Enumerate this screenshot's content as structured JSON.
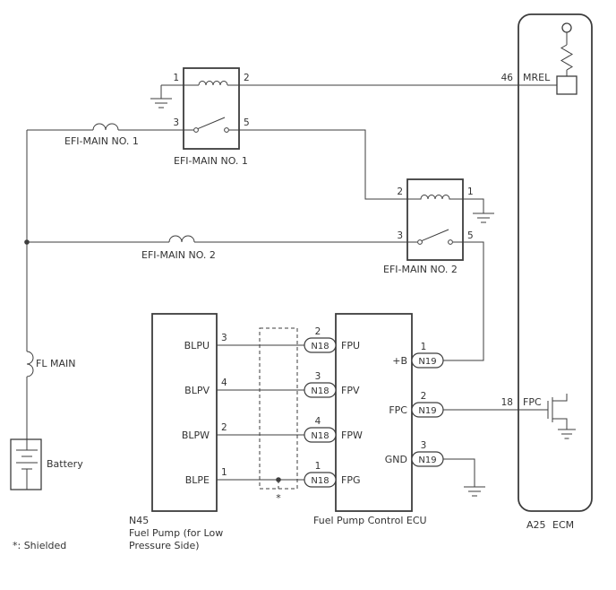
{
  "footnote": "*: Shielded",
  "shield_marker": "*",
  "battery": {
    "label": "Battery"
  },
  "fl_main_fuse": {
    "label": "FL MAIN"
  },
  "efi_fuse_1": {
    "label": "EFI-MAIN NO. 1"
  },
  "efi_fuse_2": {
    "label": "EFI-MAIN NO. 2"
  },
  "relay_1": {
    "label": "EFI-MAIN NO. 1",
    "pin_1": "1",
    "pin_2": "2",
    "pin_3": "3",
    "pin_5": "5"
  },
  "relay_2": {
    "label": "EFI-MAIN NO. 2",
    "pin_1": "1",
    "pin_2": "2",
    "pin_3": "3",
    "pin_5": "5"
  },
  "fuel_pump": {
    "code": "N45",
    "name_line_1": "Fuel Pump (for Low",
    "name_line_2": "Pressure Side)",
    "pins": [
      {
        "number": "3",
        "label": "BLPU"
      },
      {
        "number": "4",
        "label": "BLPV"
      },
      {
        "number": "2",
        "label": "BLPW"
      },
      {
        "number": "1",
        "label": "BLPE"
      }
    ]
  },
  "pump_ecu": {
    "name": "Fuel Pump Control ECU",
    "left_pins": [
      {
        "number": "2",
        "connector": "N18",
        "label": "FPU"
      },
      {
        "number": "3",
        "connector": "N18",
        "label": "FPV"
      },
      {
        "number": "4",
        "connector": "N18",
        "label": "FPW"
      },
      {
        "number": "1",
        "connector": "N18",
        "label": "FPG"
      }
    ],
    "right_pins": [
      {
        "number": "1",
        "connector": "N19",
        "label": "+B"
      },
      {
        "number": "2",
        "connector": "N19",
        "label": "FPC"
      },
      {
        "number": "3",
        "connector": "N19",
        "label": "GND"
      }
    ]
  },
  "ecm": {
    "code": "A25",
    "name": "ECM",
    "mrel_pin": {
      "number": "46",
      "label": "MREL"
    },
    "fpc_pin": {
      "number": "18",
      "label": "FPC"
    }
  }
}
